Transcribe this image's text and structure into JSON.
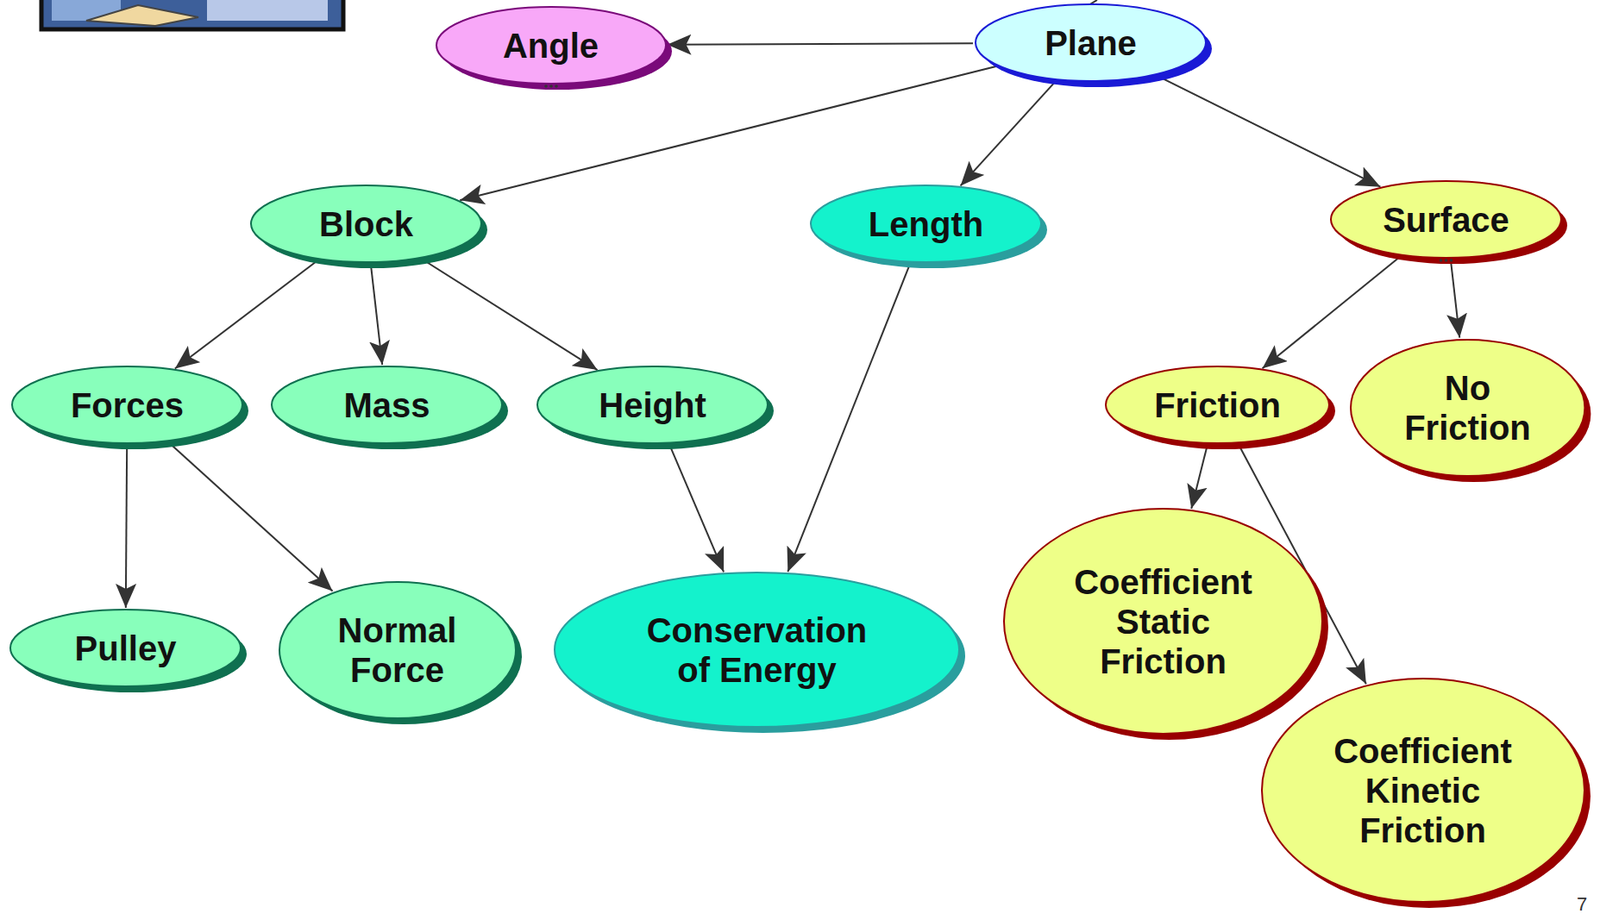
{
  "diagram": {
    "nodes": [
      {
        "text": [
          "Angle"
        ]
      },
      {
        "text": [
          "Plane"
        ]
      },
      {
        "text": [
          "Block"
        ]
      },
      {
        "text": [
          "Length"
        ]
      },
      {
        "text": [
          "Surface"
        ]
      },
      {
        "text": [
          "Forces"
        ]
      },
      {
        "text": [
          "Mass"
        ]
      },
      {
        "text": [
          "Height"
        ]
      },
      {
        "text": [
          "Friction"
        ]
      },
      {
        "text": [
          "No Friction"
        ]
      },
      {
        "text": [
          "Pulley"
        ]
      },
      {
        "text": [
          "Normal Force"
        ]
      },
      {
        "text": [
          "Conservation of Energy"
        ]
      },
      {
        "text": [
          "Coefficient Static Friction"
        ]
      },
      {
        "text": [
          "Coefficient Kinetic Friction"
        ]
      }
    ],
    "edges": [
      {
        "from": 1,
        "to": 0,
        "arrow": "to"
      },
      {
        "from": 1,
        "to": 2,
        "arrow": "to"
      },
      {
        "from": 1,
        "to": 3,
        "arrow": "to"
      },
      {
        "from": 1,
        "to": 4,
        "arrow": "to"
      },
      {
        "from": 2,
        "to": 5,
        "arrow": "to"
      },
      {
        "from": 2,
        "to": 6,
        "arrow": "to"
      },
      {
        "from": 2,
        "to": 7,
        "arrow": "to"
      },
      {
        "from": 3,
        "to": 12,
        "arrow": "to"
      },
      {
        "from": 4,
        "to": 8,
        "arrow": "to"
      },
      {
        "from": 4,
        "to": 9,
        "arrow": "to"
      },
      {
        "from": 5,
        "to": 10,
        "arrow": "to"
      },
      {
        "from": 5,
        "to": 11,
        "arrow": "to"
      },
      {
        "from": 7,
        "to": 12,
        "arrow": "to"
      },
      {
        "from": 8,
        "to": 13,
        "arrow": "to"
      },
      {
        "from": 8,
        "to": 14,
        "arrow": "to"
      }
    ],
    "labels": [
      "7"
    ]
  }
}
